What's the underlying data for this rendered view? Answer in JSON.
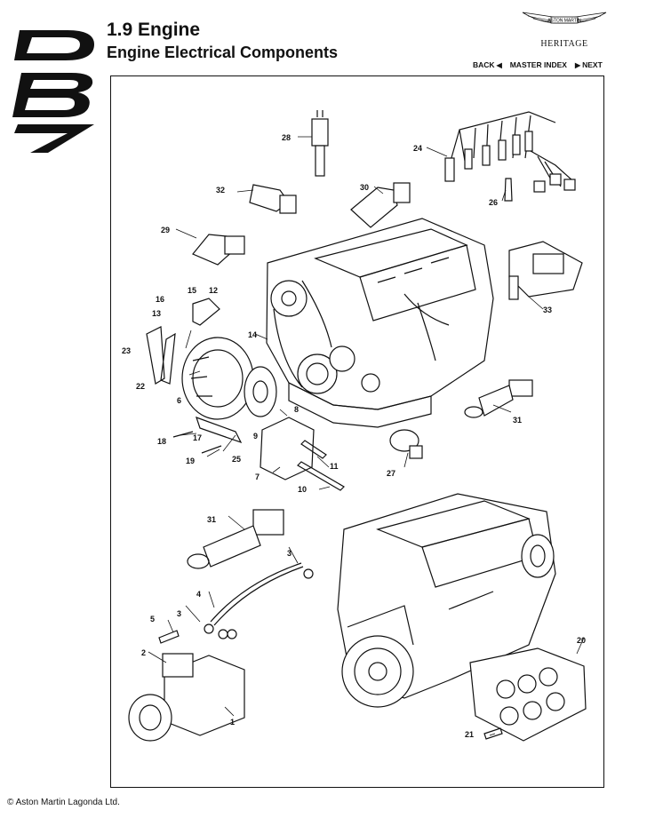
{
  "header": {
    "section_title": "1.9 Engine",
    "section_subtitle": "Engine Electrical Components"
  },
  "brand": {
    "logo_text": "ASTON MARTIN",
    "heritage": "HERITAGE"
  },
  "nav": {
    "back": "BACK",
    "master_index": "MASTER INDEX",
    "next": "NEXT"
  },
  "diagram": {
    "part_labels": [
      "28",
      "24",
      "32",
      "30",
      "26",
      "29",
      "16",
      "15",
      "12",
      "13",
      "33",
      "14",
      "23",
      "22",
      "6",
      "8",
      "31",
      "9",
      "18",
      "17",
      "11",
      "19",
      "25",
      "27",
      "7",
      "10",
      "31",
      "3",
      "4",
      "5",
      "3",
      "2",
      "20",
      "1",
      "21"
    ]
  },
  "footer": {
    "copyright": "© Aston Martin Lagonda Ltd."
  },
  "colors": {
    "ink": "#111111",
    "paper": "#ffffff"
  }
}
